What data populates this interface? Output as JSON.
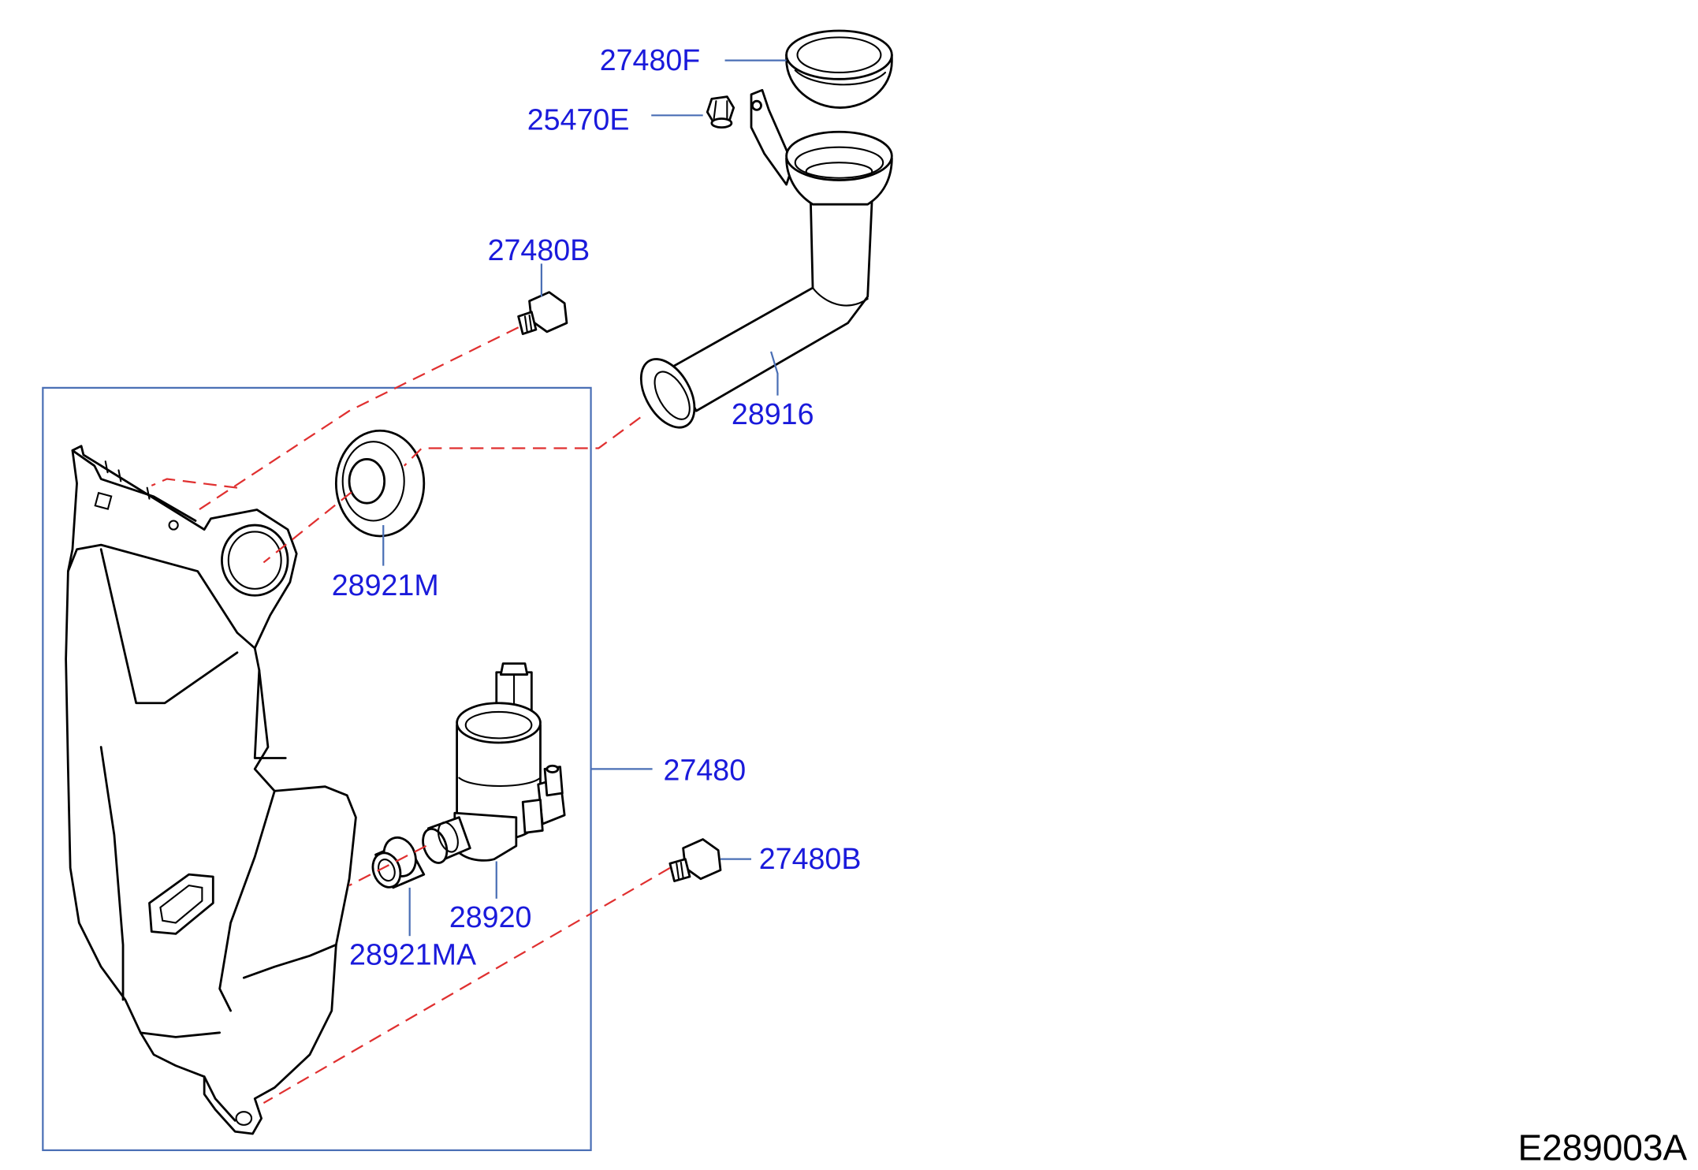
{
  "colors": {
    "label": "#1a1adb",
    "leader": "#4a6fb5",
    "dashed_guide": "#e03030",
    "outline": "#000000",
    "reference": "#000000"
  },
  "labels": {
    "cap": "27480F",
    "nut": "25470E",
    "bolt_upper": "27480B",
    "filler_neck": "28916",
    "grommet": "28921M",
    "tank_assembly": "27480",
    "bolt_lower": "27480B",
    "pump": "28920",
    "pump_grommet": "28921MA"
  },
  "reference_code": "E289003A"
}
